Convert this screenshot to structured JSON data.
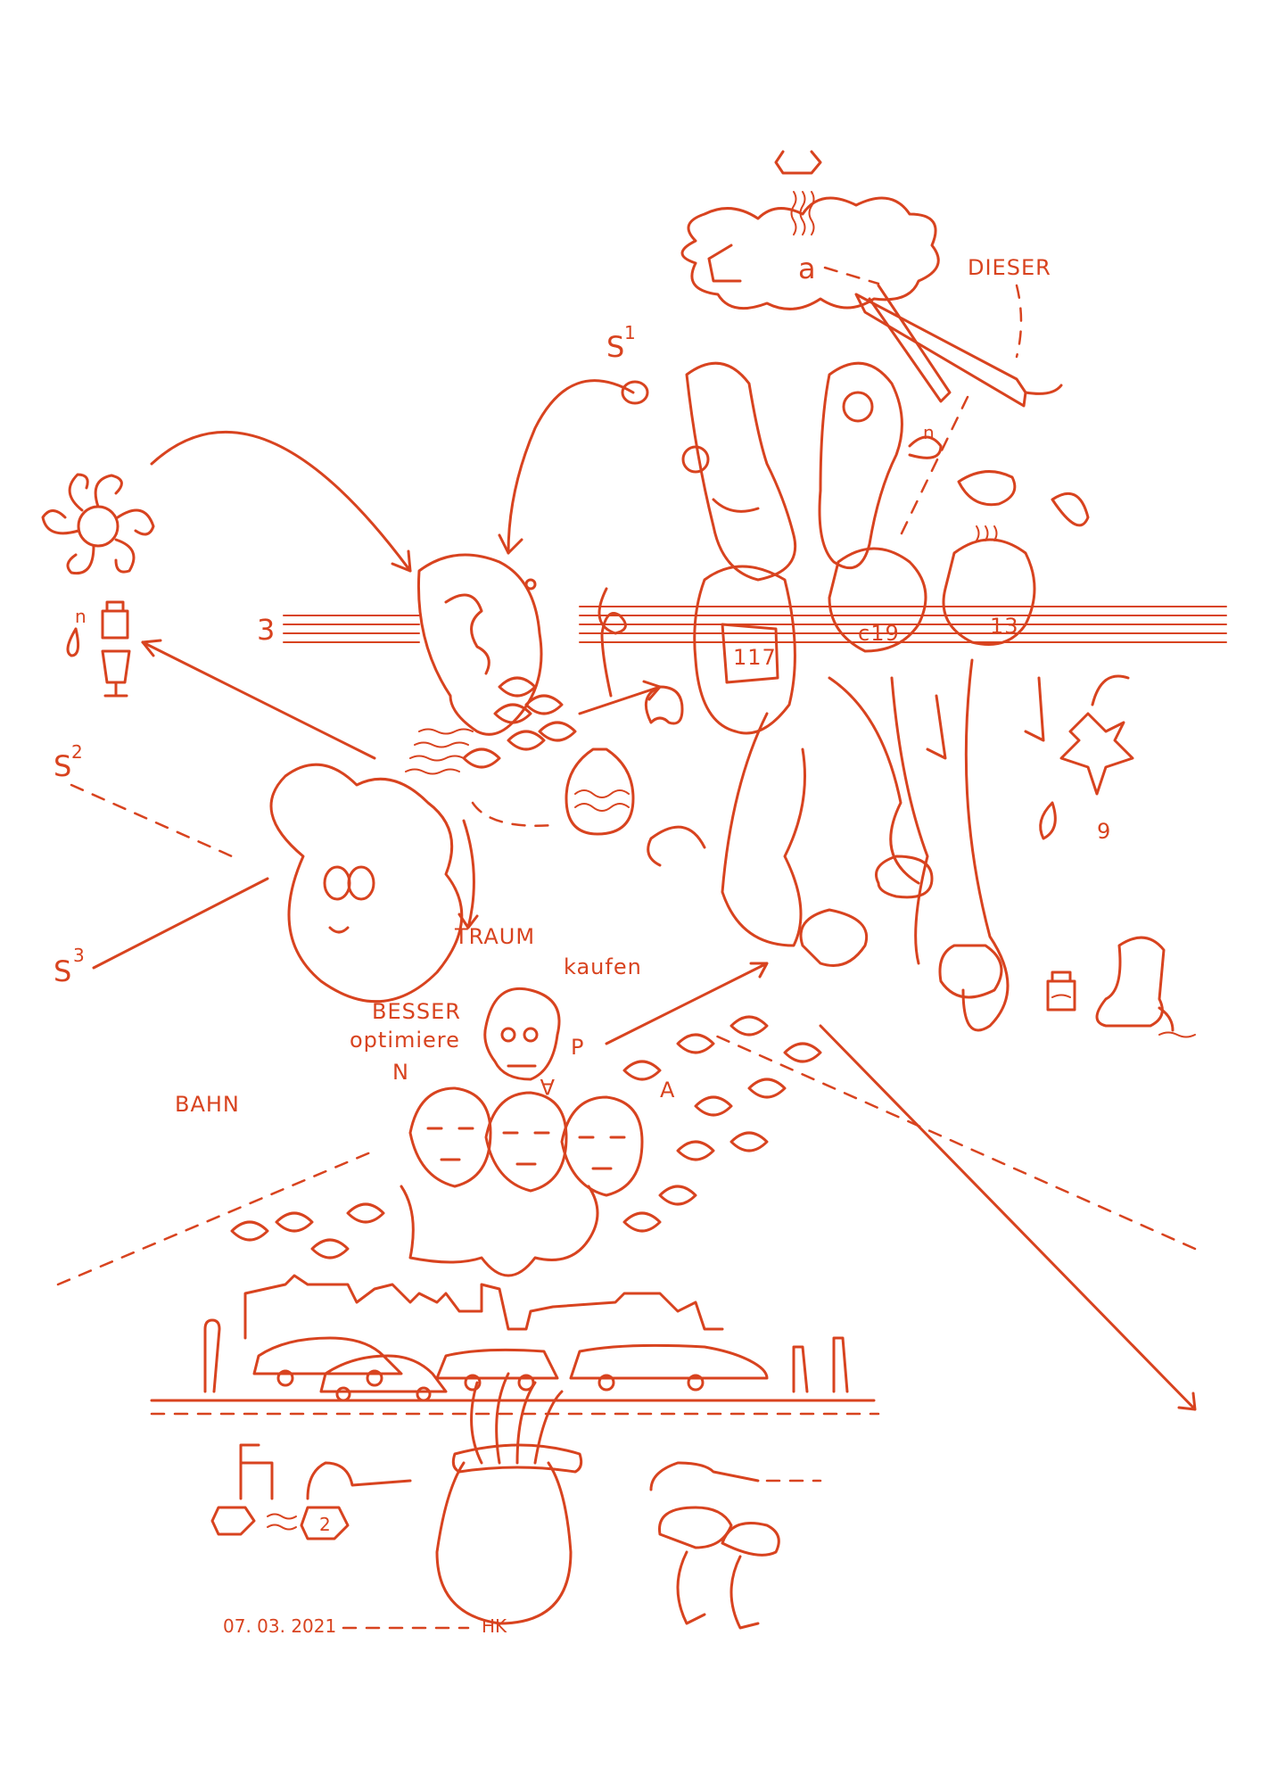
{
  "colors": {
    "ink": "#d8431f",
    "paper": "#ffffff"
  },
  "labels": {
    "dieser": "DIESER",
    "s1": "S",
    "s1_sup": "1",
    "s2": "S",
    "s2_sup": "2",
    "s3": "S",
    "s3_sup": "3",
    "three": "3",
    "a_letter": "a",
    "n_sup_left": "n",
    "n_sup_right": "n",
    "n_letter": "N",
    "p_letter": "P",
    "a_upright": "A",
    "a_inverted": "A",
    "traum": "TRAUM",
    "kaufen": "kaufen",
    "besser": "BESSER",
    "optimiere": "optimiere",
    "bahn": "BAHN",
    "num_117": "117",
    "num_c19": "c19",
    "num_13": "13",
    "num_2": "2",
    "num_9": "9",
    "date": "07. 03. 2021",
    "initials": "HK"
  },
  "icons": [
    "flower-icon",
    "weight-icon",
    "goblet-icon",
    "drop-icon",
    "ear-icon",
    "mouse-head-icon",
    "treble-clef-icon",
    "cloud-icon",
    "beam-icon",
    "vase-icon",
    "boot-icon",
    "car-icon",
    "house-silhouette-icon",
    "mushroom-icon",
    "skull-icon",
    "face-icon"
  ]
}
